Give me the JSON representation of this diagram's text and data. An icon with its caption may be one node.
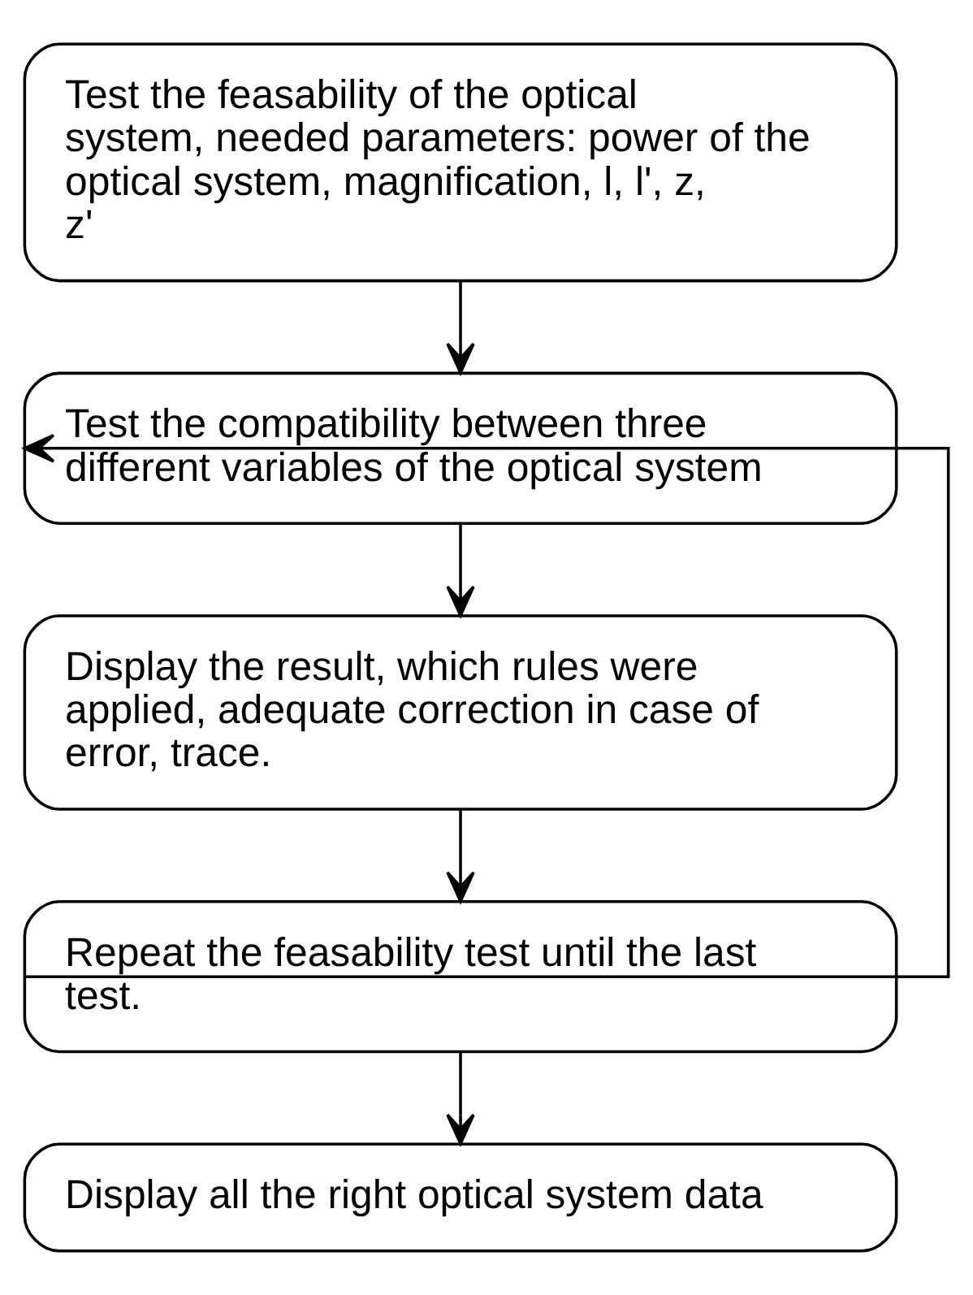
{
  "diagram": {
    "nodes": [
      {
        "text": [
          "Test the feasability of the optical system, needed parameters: power of the optical system, magnification, l, l', z, z'"
        ]
      },
      {
        "text": [
          "Test the compatibility between three different variables of the optical system"
        ]
      },
      {
        "text": [
          "Display the result, which rules were applied, adequate correction in case of error, trace."
        ]
      },
      {
        "text": [
          "Repeat the feasability test until the last test."
        ]
      },
      {
        "text": [
          "Display all the right optical system data"
        ]
      }
    ],
    "edges": [
      {
        "from": 0,
        "to": 1,
        "arrow": "to"
      },
      {
        "from": 1,
        "to": 2,
        "arrow": "to"
      },
      {
        "from": 2,
        "to": 3,
        "arrow": "to"
      },
      {
        "from": 3,
        "to": 1,
        "arrow": "to"
      },
      {
        "from": 3,
        "to": 4,
        "arrow": "to"
      }
    ]
  }
}
